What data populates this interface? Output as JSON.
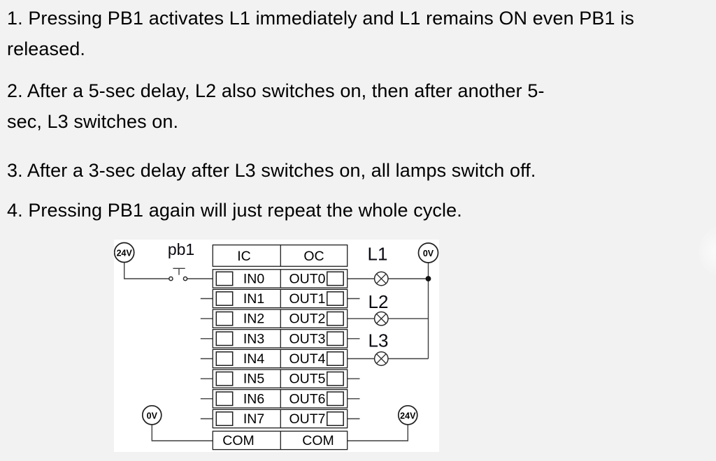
{
  "instructions": [
    {
      "lines": [
        "1. Pressing PB1 activates L1 immediately and L1 remains ON even PB1 is",
        "released."
      ]
    },
    {
      "lines": [
        "2. After a 5-sec delay, L2 also switches on, then after another 5-",
        "sec, L3 switches on."
      ]
    },
    {
      "lines": [
        "3. After a 3-sec delay after L3 switches on, all lamps switch off."
      ]
    },
    {
      "lines": [
        "4. Pressing PB1 again will just repeat the whole cycle."
      ]
    }
  ],
  "diagram": {
    "push_button": {
      "label": "pb1"
    },
    "supplies": {
      "top_left": "24V",
      "top_right": "0V",
      "bottom_left": "0V",
      "bottom_right": "24V"
    },
    "plc": {
      "input_header": "IC",
      "output_header": "OC",
      "inputs": [
        "IN0",
        "IN1",
        "IN2",
        "IN3",
        "IN4",
        "IN5",
        "IN6",
        "IN7"
      ],
      "outputs": [
        "OUT0",
        "OUT1",
        "OUT2",
        "OUT3",
        "OUT4",
        "OUT5",
        "OUT6",
        "OUT7"
      ],
      "input_common": "COM",
      "output_common": "COM"
    },
    "lamps": [
      {
        "label": "L1",
        "wired_to": "OUT0"
      },
      {
        "label": "L2",
        "wired_to": "OUT2"
      },
      {
        "label": "L3",
        "wired_to": "OUT4"
      }
    ],
    "colors": {
      "page_background": "#f2f2f2",
      "diagram_background": "#ffffff",
      "wire": "#3f3f3f",
      "border": "#1f1f1f",
      "label": "#0a0a12"
    }
  }
}
